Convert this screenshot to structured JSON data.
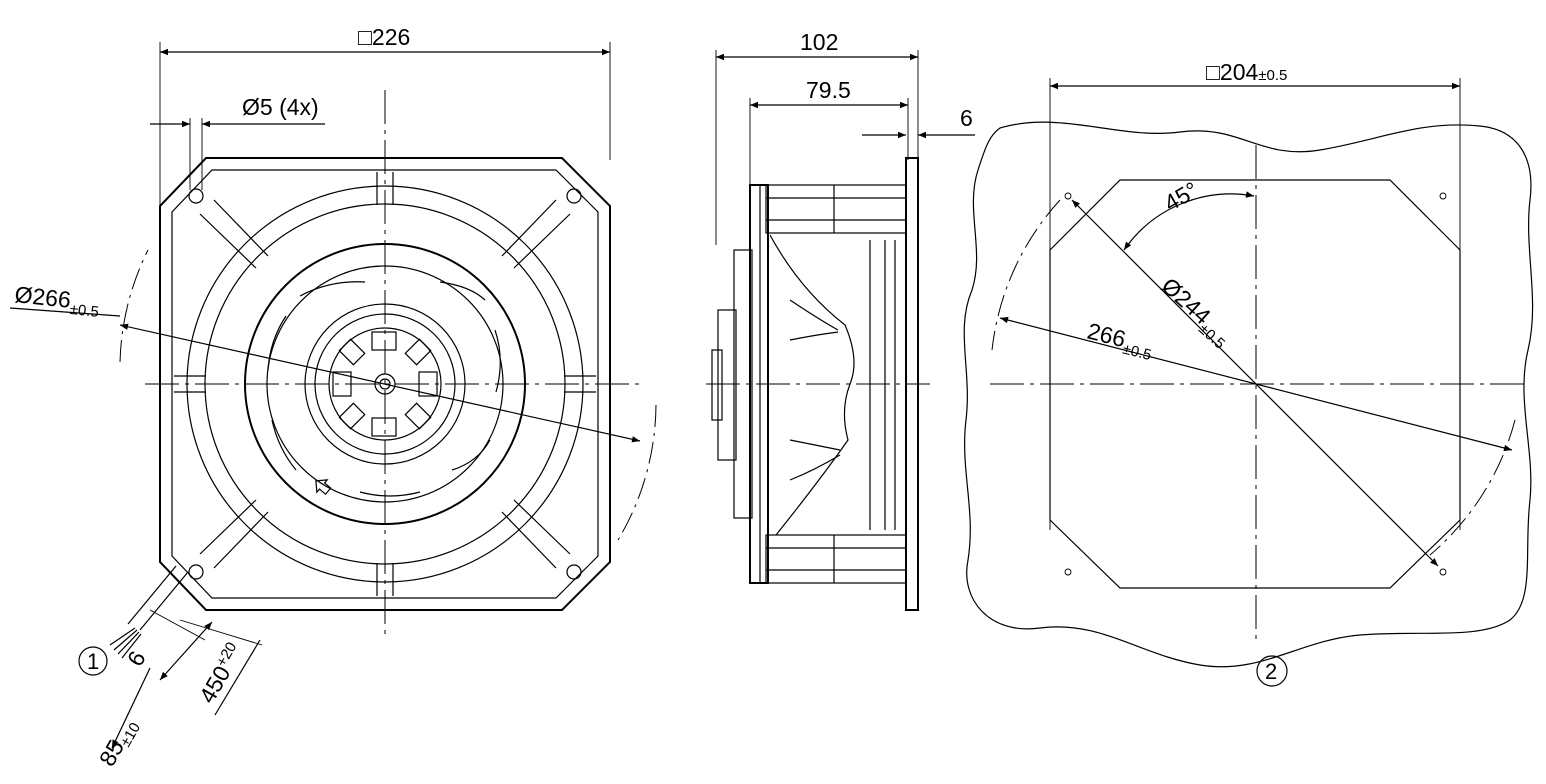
{
  "front_view": {
    "width_dim": {
      "symbol": "□",
      "value": "226"
    },
    "hole_dim": "Ø5 (4x)",
    "circle_dim": {
      "value": "Ø266",
      "tol": "±0.5"
    },
    "cable_len": {
      "value": "450",
      "tol": "+20"
    },
    "strip_len": {
      "value": "85",
      "tol": "±10"
    },
    "wire_strip": "6",
    "callout": "1"
  },
  "side_view": {
    "depth_total": "102",
    "depth_body": "79.5",
    "flange": "6"
  },
  "cutout_view": {
    "width_dim": {
      "symbol": "□",
      "value": "204",
      "tol": "±0.5"
    },
    "angle": "45°",
    "bolt_circle": {
      "value": "Ø244",
      "tol": "±0.5"
    },
    "opening": {
      "value": "266",
      "tol": "±0.5"
    },
    "callout": "2"
  }
}
